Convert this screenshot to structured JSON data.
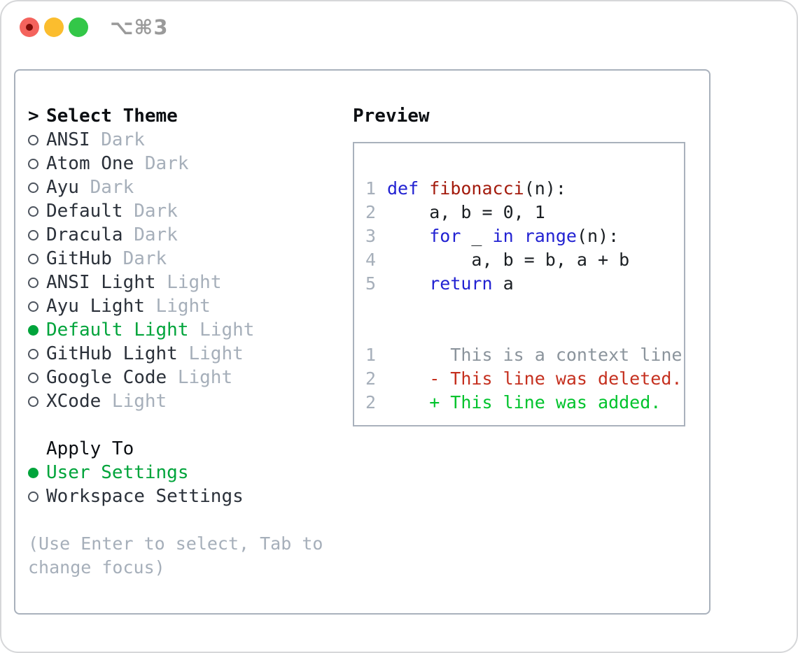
{
  "window": {
    "title": "⌥⌘3",
    "traffic_lights": [
      {
        "name": "close",
        "color": "#f4635d"
      },
      {
        "name": "minimize",
        "color": "#fbbd2e"
      },
      {
        "name": "zoom",
        "color": "#33c748"
      }
    ]
  },
  "theme_picker": {
    "prompt": ">",
    "title": "Select Theme",
    "items": [
      {
        "name": "ANSI",
        "variant": "Dark",
        "selected": false
      },
      {
        "name": "Atom One",
        "variant": "Dark",
        "selected": false
      },
      {
        "name": "Ayu",
        "variant": "Dark",
        "selected": false
      },
      {
        "name": "Default",
        "variant": "Dark",
        "selected": false
      },
      {
        "name": "Dracula",
        "variant": "Dark",
        "selected": false
      },
      {
        "name": "GitHub",
        "variant": "Dark",
        "selected": false
      },
      {
        "name": "ANSI Light",
        "variant": "Light",
        "selected": false
      },
      {
        "name": "Ayu Light",
        "variant": "Light",
        "selected": false
      },
      {
        "name": "Default Light",
        "variant": "Light",
        "selected": true
      },
      {
        "name": "GitHub Light",
        "variant": "Light",
        "selected": false
      },
      {
        "name": "Google Code",
        "variant": "Light",
        "selected": false
      },
      {
        "name": "XCode",
        "variant": "Light",
        "selected": false
      }
    ],
    "apply_to": {
      "title": "Apply To",
      "options": [
        {
          "label": "User Settings",
          "selected": true
        },
        {
          "label": "Workspace Settings",
          "selected": false
        }
      ]
    },
    "hint": "(Use Enter to select, Tab to change focus)"
  },
  "preview": {
    "title": "Preview",
    "code_lines": [
      {
        "num": "1",
        "segments": [
          {
            "t": "def",
            "c": "kw"
          },
          {
            "t": " "
          },
          {
            "t": "fibonacci",
            "c": "fn"
          },
          {
            "t": "(n):"
          }
        ]
      },
      {
        "num": "2",
        "segments": [
          {
            "t": "    a, b = 0, 1"
          }
        ]
      },
      {
        "num": "3",
        "segments": [
          {
            "t": "    "
          },
          {
            "t": "for",
            "c": "kw"
          },
          {
            "t": " _ "
          },
          {
            "t": "in",
            "c": "kw"
          },
          {
            "t": " "
          },
          {
            "t": "range",
            "c": "kw"
          },
          {
            "t": "(n):"
          }
        ]
      },
      {
        "num": "4",
        "segments": [
          {
            "t": "        a, b = b, a + b"
          }
        ]
      },
      {
        "num": "5",
        "segments": [
          {
            "t": "    "
          },
          {
            "t": "return",
            "c": "kw"
          },
          {
            "t": " a"
          }
        ]
      }
    ],
    "diff_lines": [
      {
        "num": "1",
        "marker": " ",
        "text": "This is a context line.",
        "kind": "context"
      },
      {
        "num": "2",
        "marker": "-",
        "text": "This line was deleted.",
        "kind": "deleted"
      },
      {
        "num": "2",
        "marker": "+",
        "text": "This line was added.",
        "kind": "added"
      }
    ]
  },
  "colors": {
    "accent_green": "#00a43b",
    "added_green": "#00c32c",
    "deleted_red": "#c5301f",
    "keyword_blue": "#2222d2",
    "function_red": "#a31b0d",
    "suffix_gray": "#a6afba",
    "context_gray": "#8b949c",
    "border_gray": "#a9b1bc"
  }
}
